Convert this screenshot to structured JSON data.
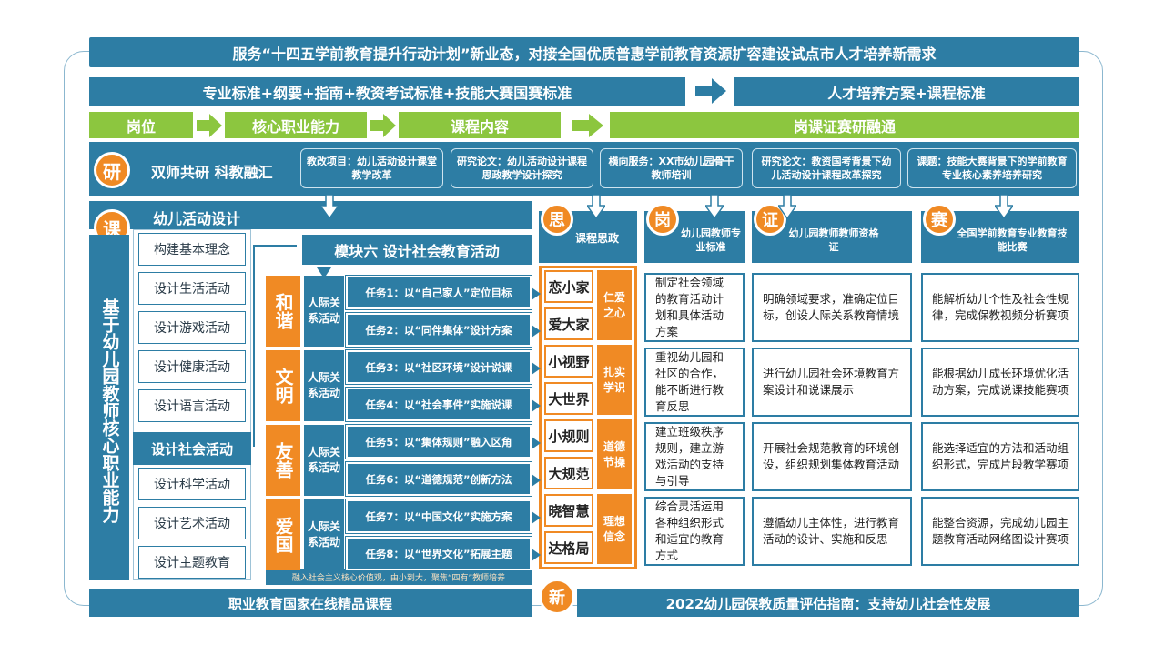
{
  "top_banner": "服务“十四五学前教育提升行动计划”新业态，对接全国优质普惠学前教育资源扩容建设试点市人才培养新需求",
  "row2": {
    "left": "专业标准+纲要+指南+教资考试标准+技能大赛国赛标准",
    "right": "人才培养方案+课程标准"
  },
  "row3": {
    "gangwei": "岗位",
    "hexin": "核心职业能力",
    "kecheng": "课程内容",
    "ronghe": "岗课证赛研融通"
  },
  "yan": {
    "badge": "研",
    "title": "双师共研 科教融汇",
    "items": [
      "教改项目：幼儿活动设计课堂教学改革",
      "研究论文：幼儿活动设计课程思政教学设计探究",
      "横向服务：XX市幼儿园骨干教师培训",
      "研究论文：教资国考背景下幼儿活动设计课程改革探究",
      "课题：技能大赛背景下的学前教育专业核心素养培养研究"
    ]
  },
  "ke": {
    "badge": "课",
    "course_title": "幼儿活动设计",
    "vertical": "基于幼儿园教师核心职业能力",
    "list": [
      "构建基本理念",
      "设计生活活动",
      "设计游戏活动",
      "设计健康活动",
      "设计语言活动",
      "设计社会活动",
      "设计科学活动",
      "设计艺术活动",
      "设计主题教育"
    ]
  },
  "module": {
    "title": "模块六 设计社会教育活动",
    "groups": [
      {
        "value": "和谐",
        "type": "人际关系活动",
        "tasks": [
          "任务1：以“自己家人”定位目标",
          "任务2：以“同伴集体”设计方案"
        ]
      },
      {
        "value": "文明",
        "type": "人际关系活动",
        "tasks": [
          "任务3：以“社区环境”设计说课",
          "任务4：以“社会事件”实施说课"
        ]
      },
      {
        "value": "友善",
        "type": "人际关系活动",
        "tasks": [
          "任务5：以“集体规则”融入区角",
          "任务6：以“道德规范”创新方法"
        ]
      },
      {
        "value": "爱国",
        "type": "人际关系活动",
        "tasks": [
          "任务7：以“中国文化”实施方案",
          "任务8：以“世界文化”拓展主题"
        ]
      }
    ],
    "footer": "融入社会主义核心价值观，由小到大，聚焦“四有”教师培养"
  },
  "si": {
    "badge": "思",
    "title": "课程思政",
    "pairs": [
      {
        "words": [
          "恋小家",
          "爱大家"
        ],
        "tag": "仁爱之心"
      },
      {
        "words": [
          "小视野",
          "大世界"
        ],
        "tag": "扎实学识"
      },
      {
        "words": [
          "小规则",
          "大规范"
        ],
        "tag": "道德节操"
      },
      {
        "words": [
          "晓智慧",
          "达格局"
        ],
        "tag": "理想信念"
      }
    ]
  },
  "gang": {
    "badge": "岗",
    "title": "幼儿园教师专业标准",
    "cells": [
      "制定社会领域的教育活动计划和具体活动方案",
      "重视幼儿园和社区的合作，能不断进行教育反思",
      "建立班级秩序规则，建立游戏活动的支持与引导",
      "综合灵活运用各种组织形式和适宜的教育方式"
    ]
  },
  "zheng": {
    "badge": "证",
    "title": "幼儿园教师教师资格证",
    "cells": [
      "明确领域要求，准确定位目标，创设人际关系教育情境",
      "进行幼儿园社会环境教育方案设计和说课展示",
      "开展社会规范教育的环境创设，组织规划集体教育活动",
      "遵循幼儿主体性，进行教育活动的设计、实施和反思"
    ]
  },
  "sai": {
    "badge": "赛",
    "title": "全国学前教育专业教育技能比赛",
    "cells": [
      "能解析幼儿个性及社会性规律，完成保教视频分析赛项",
      "能根据幼儿成长环境优化活动方案，完成说课技能赛项",
      "能选择适宜的方法和活动组织形式，完成片段教学赛项",
      "能整合资源，完成幼儿园主题教育活动网络图设计赛项"
    ]
  },
  "bottom": {
    "left": "职业教育国家在线精品课程",
    "badge": "新",
    "right": "2022幼儿园保教质量评估指南：支持幼儿社会性发展"
  },
  "colors": {
    "blue": "#2d7da4",
    "green": "#8cc63f",
    "orange": "#f08a24"
  }
}
